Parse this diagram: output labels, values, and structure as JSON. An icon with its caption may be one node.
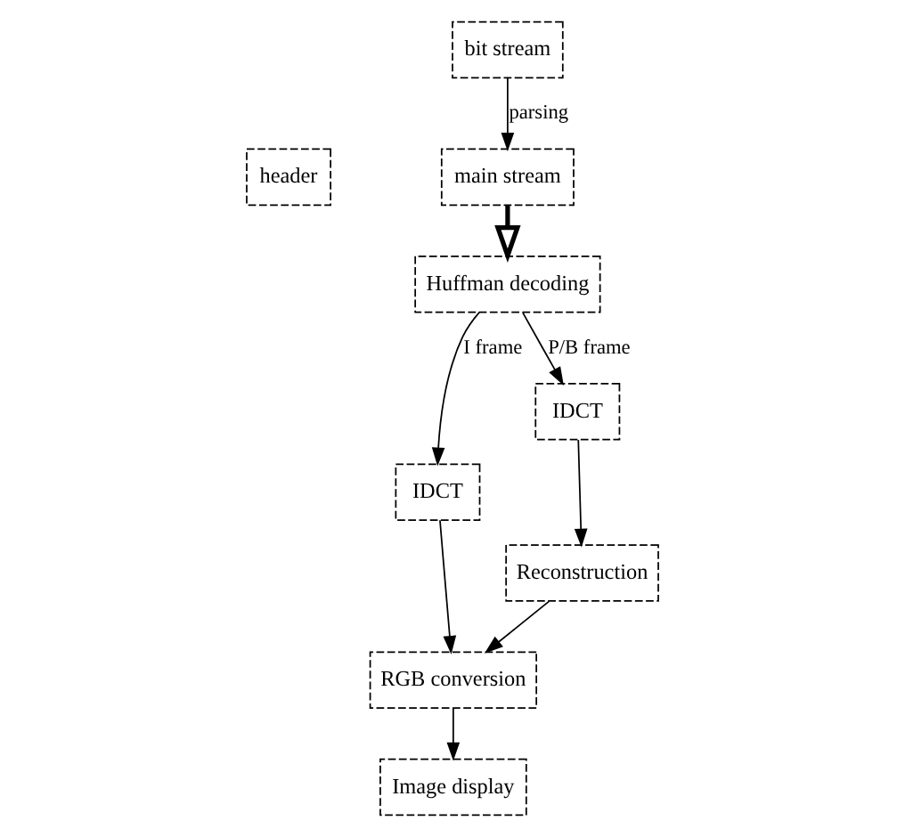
{
  "diagram": {
    "nodes": [
      {
        "text": [
          "bit stream"
        ]
      },
      {
        "text": [
          "header"
        ]
      },
      {
        "text": [
          "main stream"
        ]
      },
      {
        "text": [
          "Huffman decoding"
        ]
      },
      {
        "text": [
          "IDCT"
        ]
      },
      {
        "text": [
          "IDCT"
        ]
      },
      {
        "text": [
          "Reconstruction"
        ]
      },
      {
        "text": [
          "RGB conversion"
        ]
      },
      {
        "text": [
          "Image display"
        ]
      }
    ],
    "edges": [
      {
        "from": 0,
        "to": 2,
        "arrow": "to",
        "label": "parsing"
      },
      {
        "from": 2,
        "to": 3,
        "arrow": "to",
        "style": "thick"
      },
      {
        "from": 3,
        "to": 4,
        "arrow": "to",
        "label": "I frame"
      },
      {
        "from": 3,
        "to": 5,
        "arrow": "to",
        "label": "P/B frame"
      },
      {
        "from": 4,
        "to": 7,
        "arrow": "to"
      },
      {
        "from": 5,
        "to": 6,
        "arrow": "to"
      },
      {
        "from": 6,
        "to": 7,
        "arrow": "to"
      },
      {
        "from": 7,
        "to": 8,
        "arrow": "to"
      }
    ]
  }
}
